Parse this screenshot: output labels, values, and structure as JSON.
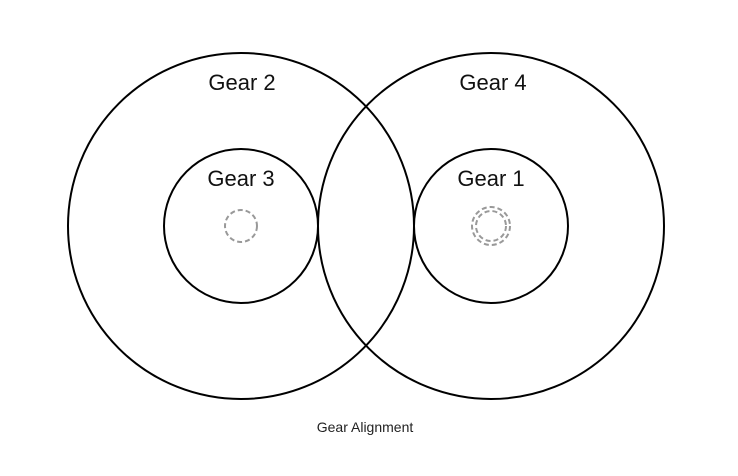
{
  "diagram": {
    "caption": "Gear Alignment",
    "colors": {
      "outline": "#000000",
      "axle": "#999999",
      "text": "#111111",
      "background": "#ffffff"
    },
    "gears": [
      {
        "id": "gear-2",
        "label": "Gear 2"
      },
      {
        "id": "gear-3",
        "label": "Gear 3"
      },
      {
        "id": "gear-4",
        "label": "Gear 4"
      },
      {
        "id": "gear-1",
        "label": "Gear 1"
      }
    ]
  }
}
